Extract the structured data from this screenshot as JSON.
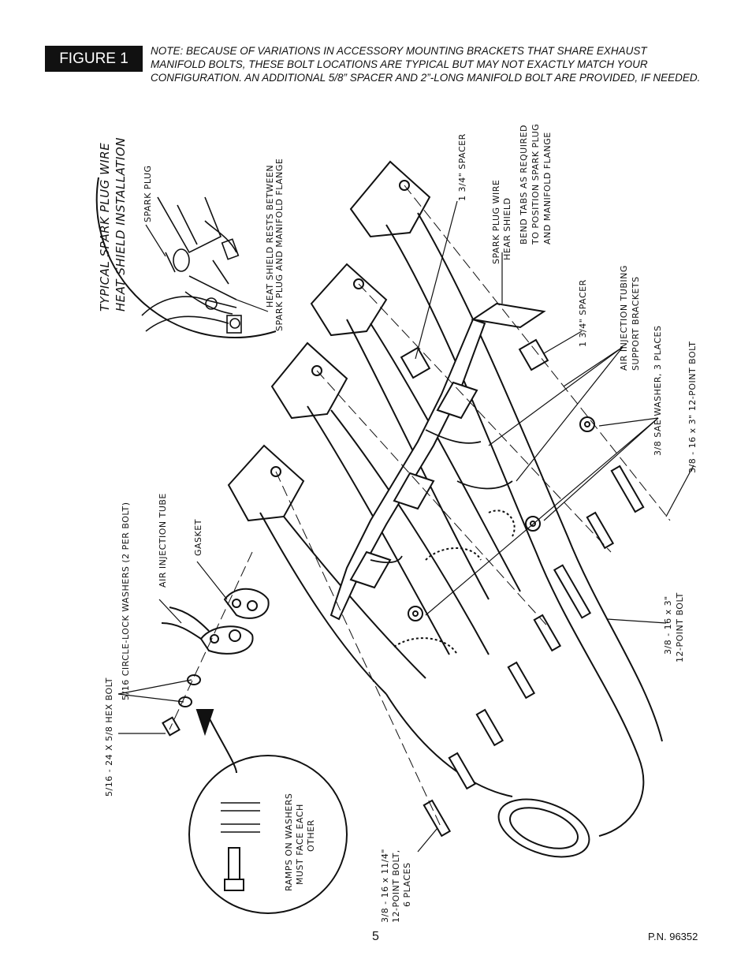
{
  "figure": {
    "label": "FIGURE 1"
  },
  "note": "NOTE: BECAUSE OF VARIATIONS IN ACCESSORY MOUNTING BRACKETS THAT SHARE EXHAUST MANIFOLD BOLTS, THESE BOLT LOCATIONS ARE TYPICAL BUT MAY NOT EXACTLY MATCH YOUR CONFIGURATION. AN ADDITIONAL 5/8” SPACER AND 2”-LONG MANIFOLD BOLT ARE PROVIDED, IF NEEDED.",
  "inset_top": {
    "title_1": "TYPICAL SPARK PLUG WIRE",
    "title_2": "HEAT SHIELD INSTALLATION",
    "spark_plug": "SPARK PLUG",
    "shield_rests_1": "HEAT SHIELD RESTS BETWEEN",
    "shield_rests_2": "SPARK PLUG AND MANIFOLD FLANGE"
  },
  "labels": {
    "spacer_a": "1 3/4\" SPACER",
    "heat_shield_1": "SPARK PLUG WIRE",
    "heat_shield_2": "HEAR SHIELD",
    "heat_shield_3": "BEND TABS AS REQUIRED",
    "heat_shield_4": "TO POSITION SPARK PLUG",
    "heat_shield_5": "AND MANIFOLD FLANGE",
    "spacer_b": "1 3/4\" SPACER",
    "air_tubing_1": "AIR INJECTION TUBING",
    "air_tubing_2": "SUPPORT BRACKETS",
    "sae_washer": "3/8 SAE WASHER, 3 PLACES",
    "bolt_12pt_a": "3/8 - 16 x 3\" 12-POINT BOLT",
    "bolt_12pt_b_1": "3/8 - 16 x 3\"",
    "bolt_12pt_b_2": "12-POINT BOLT",
    "bolt_six_1": "3/8 - 16 x 11/4\"",
    "bolt_six_2": "12-POINT BOLT,",
    "bolt_six_3": "6 PLACES",
    "hex_bolt": "5/16 - 24 X 5/8 HEX BOLT",
    "lock_washers": "5/16 CIRCLE-LOCK WASHERS (2 PER BOLT)",
    "air_tube": "AIR INJECTION TUBE",
    "gasket": "GASKET"
  },
  "inset_bottom": {
    "line_1": "RAMPS ON WASHERS",
    "line_2": "MUST FACE EACH",
    "line_3": "OTHER"
  },
  "footer": {
    "page": "5",
    "part_number": "P.N. 96352"
  }
}
